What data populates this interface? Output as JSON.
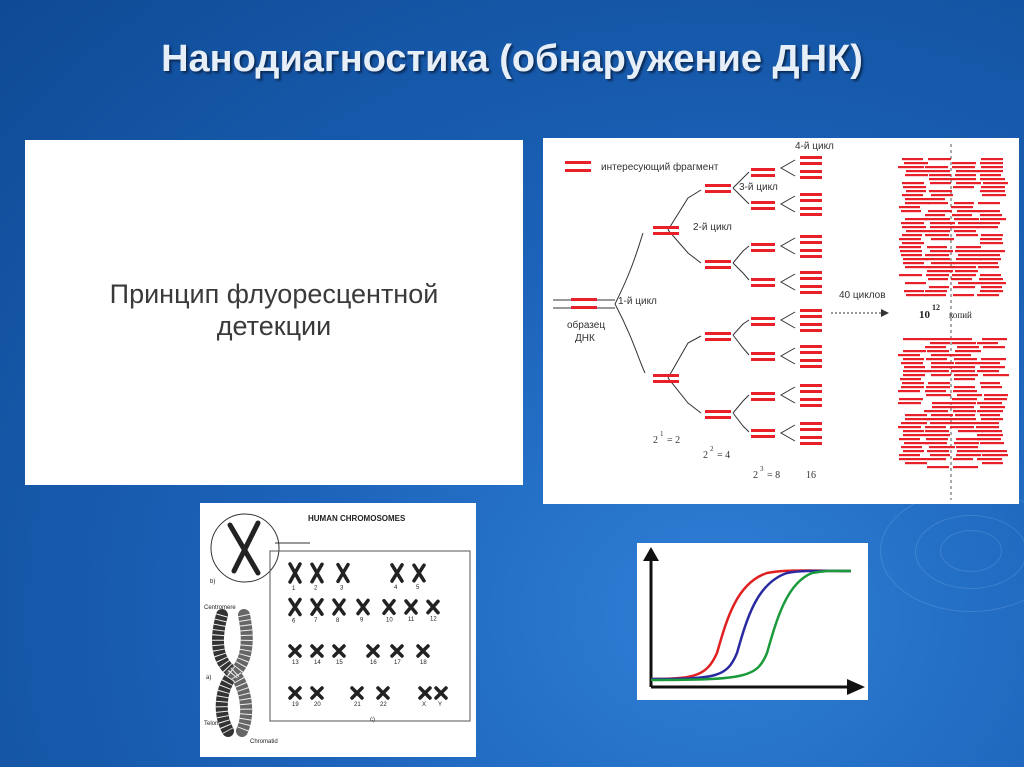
{
  "slide": {
    "title": "Нанодиагностика (обнаружение ДНК)"
  },
  "fluorescence_panel": {
    "line1": "Принцип флуоресцентной",
    "line2": "детекции"
  },
  "pcr_diagram": {
    "legend": "интересующий фрагмент",
    "sample_label_1": "образец",
    "sample_label_2": "ДНК",
    "cycle1": "1-й цикл",
    "cycle2": "2-й цикл",
    "cycle3": "3-й цикл",
    "cycle4": "4-й цикл",
    "forty_cycles": "40 циклов",
    "copies_base": "10",
    "copies_exp": "12",
    "copies_word": "копий",
    "count1_base": "2",
    "count1_exp": "1",
    "count1_value": "= 2",
    "count2_base": "2",
    "count2_exp": "2",
    "count2_value": "= 4",
    "count3_base": "2",
    "count3_exp": "3",
    "count3_value": "= 8",
    "count4": "16",
    "strand_color": "#e8202a"
  },
  "chromosome_figure": {
    "title": "HUMAN CHROMOSOMES",
    "label_b": "b)",
    "label_a": "a)",
    "label_c": "c)",
    "centromere": "Centromere",
    "telomere": "Telomere",
    "chromatid": "Chromatid",
    "numbers": [
      "1",
      "2",
      "3",
      "4",
      "5",
      "6",
      "7",
      "8",
      "9",
      "10",
      "11",
      "12",
      "13",
      "14",
      "15",
      "16",
      "17",
      "18",
      "19",
      "20",
      "21",
      "22",
      "X",
      "Y"
    ]
  },
  "curve_chart": {
    "series_colors": [
      "#e02020",
      "#2a2aa0",
      "#1a9a3a"
    ]
  }
}
